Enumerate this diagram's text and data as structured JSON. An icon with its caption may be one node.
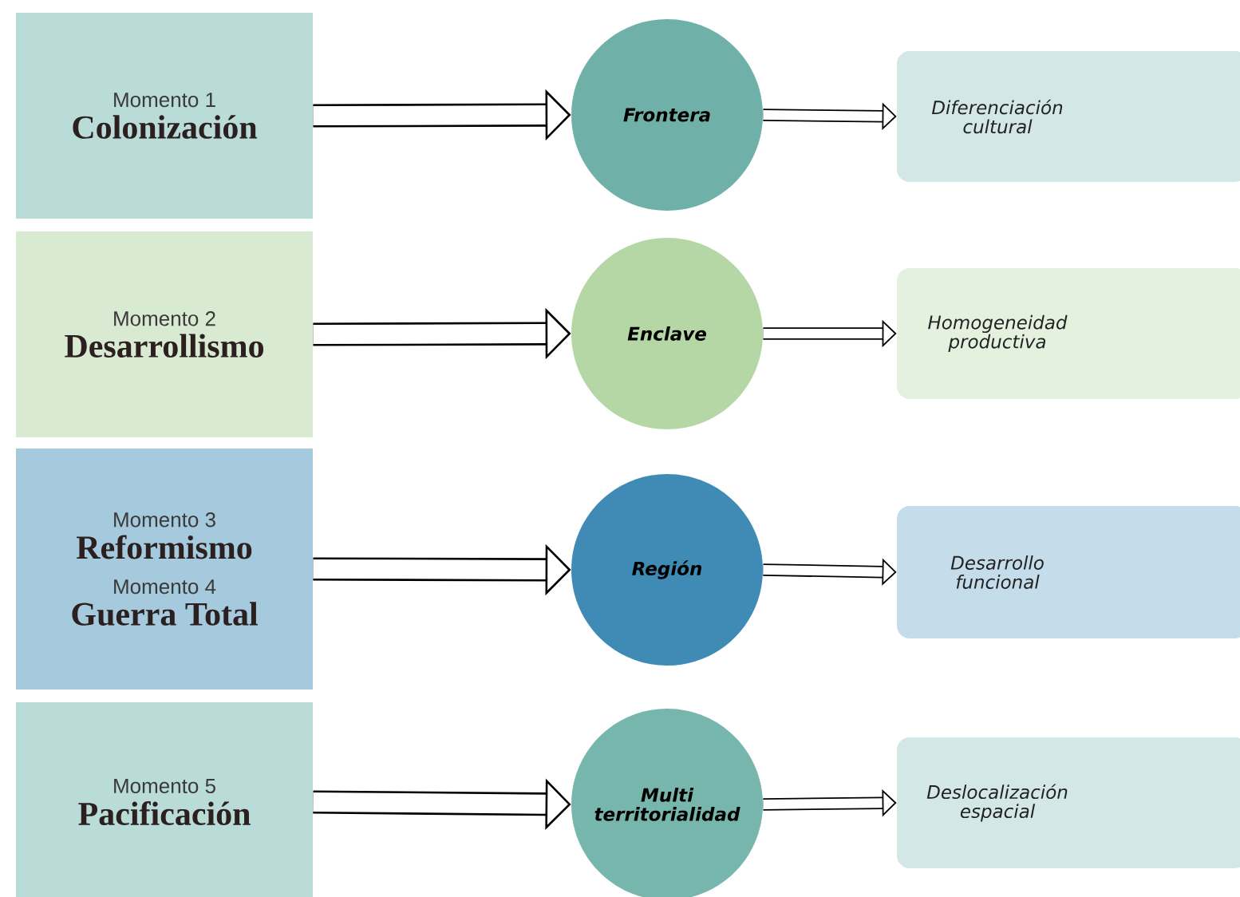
{
  "diagram": {
    "nodes": [
      {
        "text": [
          "Momento 1",
          "Colonización"
        ]
      },
      {
        "text": [
          "Frontera"
        ]
      },
      {
        "text": [
          "Diferenciación cultural"
        ]
      },
      {
        "text": [
          "Momento 2",
          "Desarrollismo"
        ]
      },
      {
        "text": [
          "Enclave"
        ]
      },
      {
        "text": [
          "Homogeneidad productiva"
        ]
      },
      {
        "text": [
          "Momento 3",
          "Reformismo",
          "Momento 4",
          "Guerra Total"
        ]
      },
      {
        "text": [
          "Región"
        ]
      },
      {
        "text": [
          "Desarrollo funcional"
        ]
      },
      {
        "text": [
          "Momento 5",
          "Pacificación"
        ]
      },
      {
        "text": [
          "Multi territorialidad"
        ]
      },
      {
        "text": [
          "Deslocalización espacial"
        ]
      }
    ],
    "edges": [
      {
        "from": 0,
        "to": 1,
        "arrow": "to",
        "style": "thick"
      },
      {
        "from": 1,
        "to": 2,
        "arrow": "to"
      },
      {
        "from": 3,
        "to": 4,
        "arrow": "to",
        "style": "thick"
      },
      {
        "from": 4,
        "to": 5,
        "arrow": "to"
      },
      {
        "from": 6,
        "to": 7,
        "arrow": "to",
        "style": "thick"
      },
      {
        "from": 7,
        "to": 8,
        "arrow": "to"
      },
      {
        "from": 9,
        "to": 10,
        "arrow": "to",
        "style": "thick"
      },
      {
        "from": 10,
        "to": 11,
        "arrow": "to"
      }
    ]
  }
}
